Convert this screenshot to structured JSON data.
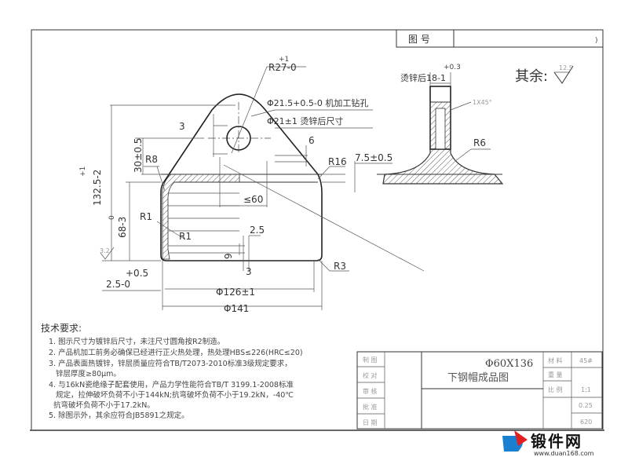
{
  "title_block": {
    "drawing_no_label": "图 号",
    "drawing_no_value": ")",
    "spec": "Φ60X136",
    "part_name": "下钢帽成品图",
    "left_labels": [
      "制 图",
      "校 对",
      "审 核",
      "批 准",
      "日 期"
    ],
    "right_rows": [
      {
        "label": "材 料",
        "value": "45#"
      },
      {
        "label": "重 量",
        "value": ""
      },
      {
        "label": "比 例",
        "value": "1:1"
      },
      {
        "label": "",
        "value": "0.25"
      },
      {
        "label": "",
        "value": "620"
      }
    ]
  },
  "roughness": {
    "label": "其余:",
    "value": "12.5",
    "local_value": "3.2"
  },
  "dimensions": {
    "r27": "R27-0",
    "r27_tol": "+1",
    "hole_machined": "Φ21.5+0.5-0 机加工钻孔",
    "hole_galv": "Φ21±1 烫锌后尺寸",
    "d3_top": "3",
    "d6": "6",
    "r8": "R8",
    "r16": "R16",
    "d7_5": "7.5±0.5",
    "d30": "30±0.5",
    "d132": "132.5-2",
    "d132_tol": "+1",
    "d68": "68-3",
    "d68_tol": "0",
    "le60": "≤60",
    "r1a": "R1",
    "r1b": "R1",
    "d2_5": "2.5",
    "d9": "9",
    "d3_bot": "3",
    "r3": "R3",
    "d2_5b": "2.5-0",
    "d2_5b_tol": "+0.5",
    "d126": "Φ126±1",
    "d141": "Φ141",
    "sec_width": "烫锌后18-1",
    "sec_width_tol": "+0.3",
    "chamfer": "1X45°",
    "r6": "R6"
  },
  "tech_requirements": {
    "heading": "技术要求:",
    "items": [
      "1. 图示尺寸为镀锌后尺寸，未注尺寸圆角按R2制造。",
      "2. 产品机加工前务必确保已经进行正火热处理，热处理HBS≤226(HRC≤20)",
      "3. 产品表面热镀锌，锌层质量应符合TB/T2073-2010标准3级规定要求，",
      "   锌层厚度≥80μm。",
      "4. 与16kN瓷绝缘子配套使用，产品力学性能符合TB/T 3199.1-2008标准",
      "   规定，拉伸破坏负荷不小于144kN;抗弯破坏负荷不小于19.2kN，-40℃",
      "  抗弯破坏负荷不小于17.2kN。",
      "5. 除图示外，其余应符合JB5891之规定。"
    ]
  },
  "watermark": {
    "name": "锻件网",
    "url": "www.duan168.com"
  }
}
